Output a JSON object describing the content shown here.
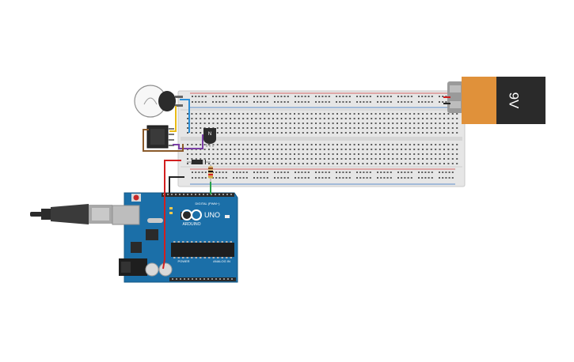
{
  "battery": {
    "voltage_label": "9V"
  },
  "arduino": {
    "brand": "ARDUINO",
    "model": "UNO",
    "digital_label": "DIGITAL (PWM~)",
    "power_label": "POWER",
    "analog_label": "ANALOG IN"
  },
  "colors": {
    "board_blue": "#1b6fa8",
    "breadboard": "#e4e4e4",
    "battery_orange": "#e0913a",
    "battery_black": "#2a2a2a",
    "wire_red": "#d11f1f",
    "wire_black": "#222222",
    "wire_blue": "#2d8fd6",
    "wire_yellow": "#e9bb16",
    "wire_purple": "#7b3fa6",
    "wire_green": "#2aa14a",
    "wire_brown": "#8a5a2b"
  }
}
